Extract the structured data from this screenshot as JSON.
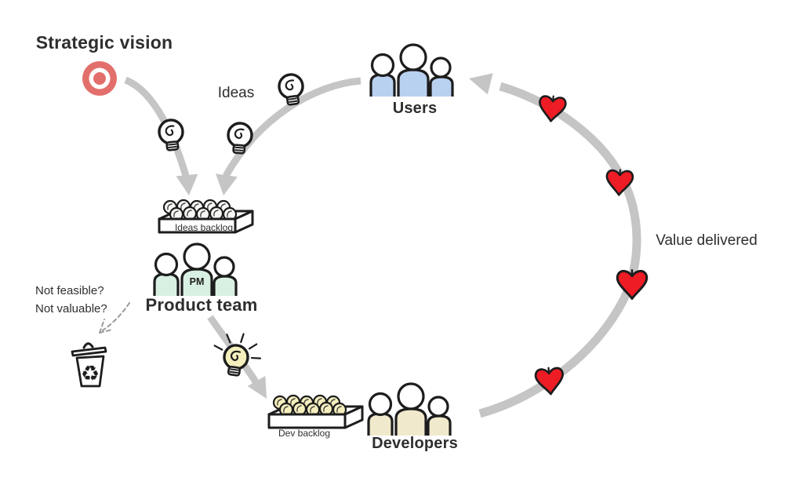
{
  "labels": {
    "strategic_vision": "Strategic vision",
    "ideas": "Ideas",
    "users": "Users",
    "ideas_backlog": "Ideas backlog",
    "product_team": "Product team",
    "pm_badge": "PM",
    "not_feasible": "Not feasible?",
    "not_valuable": "Not valuable?",
    "dev_backlog": "Dev backlog",
    "developers": "Developers",
    "value_delivered": "Value delivered"
  },
  "glyphs": {
    "recycle": "♻"
  },
  "colors": {
    "arrow_gray": "#c5c5c5",
    "dashed_gray": "#9b9b9b",
    "target_red": "#e26f6b",
    "users_fill": "#b9d1f1",
    "product_team_fill": "#d8f0e1",
    "developers_fill": "#f1e9cc",
    "heart_red": "#ee1c25",
    "bulb_yellow": "#f5efbd",
    "tray_bulb_white": "#f7f7f5",
    "ink": "#1d1d1d",
    "text": "#2e2e2e"
  },
  "flows": [
    {
      "from": "Strategic vision",
      "to": "Ideas backlog"
    },
    {
      "from": "Users",
      "to": "Ideas backlog",
      "label": "Ideas",
      "bulbs_in_flight": 3
    },
    {
      "from": "Product team",
      "to": "Dev backlog"
    },
    {
      "from": "Product team",
      "to": "Trash bin",
      "label": "Not feasible? Not valuable?"
    },
    {
      "from": "Developers",
      "to": "Users",
      "label": "Value delivered",
      "hearts_count": 4
    }
  ]
}
